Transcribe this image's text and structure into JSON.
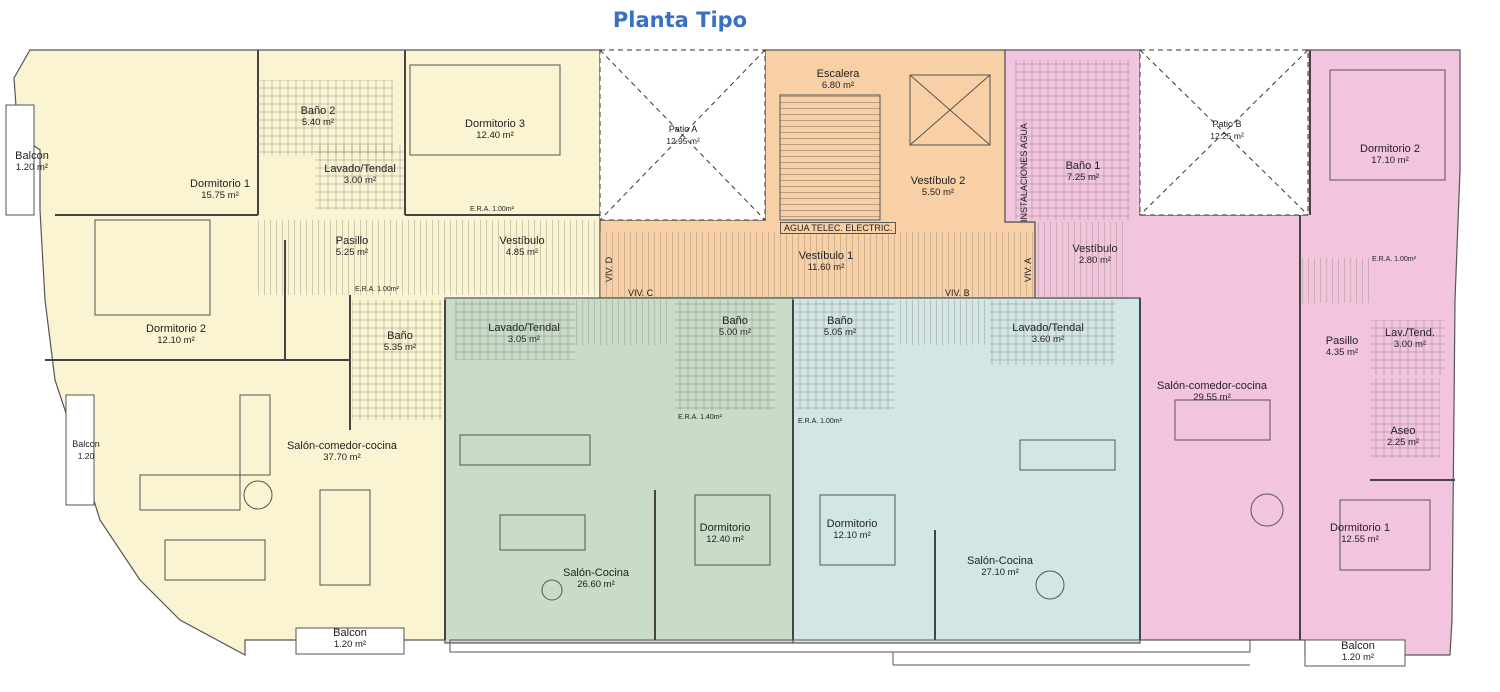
{
  "title": "Planta Tipo",
  "colors": {
    "viv_a_yellow": "#fbf4d2",
    "core_orange": "#f9cfa6",
    "viv_c_green": "#c9dcc8",
    "viv_b_blue": "#d3e6e6",
    "viv_d_pink": "#f3c4dd",
    "title_blue": "#3a6fc4"
  },
  "rooms": {
    "balcon_left_top": {
      "name": "Balcon",
      "area": "1.20 m²"
    },
    "dormitorio1_a": {
      "name": "Dormitorio 1",
      "area": "15.75 m²"
    },
    "bano2_a": {
      "name": "Baño 2",
      "area": "5.40 m²"
    },
    "lavado_a": {
      "name": "Lavado/Tendal",
      "area": "3.00 m²"
    },
    "dormitorio3_a": {
      "name": "Dormitorio 3",
      "area": "12.40 m²"
    },
    "pasillo_a": {
      "name": "Pasillo",
      "area": "5.25 m²"
    },
    "vestibulo_a": {
      "name": "Vestíbulo",
      "area": "4.85 m²"
    },
    "dormitorio2_a": {
      "name": "Dormitorio 2",
      "area": "12.10 m²"
    },
    "bano_a": {
      "name": "Baño",
      "area": "5.35 m²"
    },
    "balcon_left_mid": {
      "name": "Balcon",
      "area": "1.20"
    },
    "salon_a": {
      "name": "Salón-comedor-cocina",
      "area": "37.70 m²"
    },
    "balcon_a_bottom": {
      "name": "Balcon",
      "area": "1.20 m²"
    },
    "patio_a": {
      "name": "Patio A",
      "area": "12.95 m²"
    },
    "escalera": {
      "name": "Escalera",
      "area": "6.80 m²"
    },
    "vestibulo2": {
      "name": "Vestíbulo 2",
      "area": "5.50 m²"
    },
    "vestibulo1": {
      "name": "Vestíbulo 1",
      "area": "11.60 m²"
    },
    "lavado_c": {
      "name": "Lavado/Tendal",
      "area": "3.05 m²"
    },
    "bano_c": {
      "name": "Baño",
      "area": "5.00 m²"
    },
    "dormitorio_c": {
      "name": "Dormitorio",
      "area": "12.40 m²"
    },
    "salon_c": {
      "name": "Salón-Cocina",
      "area": "26.60 m²"
    },
    "bano_b": {
      "name": "Baño",
      "area": "5.05 m²"
    },
    "lavado_b": {
      "name": "Lavado/Tendal",
      "area": "3.60 m²"
    },
    "dormitorio_b": {
      "name": "Dormitorio",
      "area": "12.10 m²"
    },
    "salon_b": {
      "name": "Salón-Cocina",
      "area": "27.10 m²"
    },
    "patio_b": {
      "name": "Patio B",
      "area": "12.25 m²"
    },
    "bano1_d": {
      "name": "Baño 1",
      "area": "7.25 m²"
    },
    "vestibulo_d": {
      "name": "Vestíbulo",
      "area": "2.80 m²"
    },
    "dormitorio2_d": {
      "name": "Dormitorio 2",
      "area": "17.10 m²"
    },
    "salon_d": {
      "name": "Salón-comedor-cocina",
      "area": "29.55 m²"
    },
    "pasillo_d": {
      "name": "Pasillo",
      "area": "4.35 m²"
    },
    "lavado_d": {
      "name": "Lav./Tend.",
      "area": "3.00 m²"
    },
    "aseo_d": {
      "name": "Aseo",
      "area": "2.25 m²"
    },
    "dormitorio1_d": {
      "name": "Dormitorio 1",
      "area": "12.55 m²"
    },
    "balcon_d": {
      "name": "Balcon",
      "area": "1.20 m²"
    }
  },
  "labels": {
    "shafts": "AGUA  TELEC.  ELECTRIC.",
    "inst_vertical": "INSTALACIONES AGUA",
    "viv_a": "VIV. A",
    "viv_c": "VIV. C",
    "viv_b": "VIV. B",
    "viv_d": "VIV. D",
    "era1": "E.R.A. 1.00m²",
    "era2": "E.R.A. 1.00m²",
    "era3": "E.R.A. 1.00m²",
    "era4": "E.R.A. 1.40m²",
    "era5": "E.R.A. 1.00m²"
  }
}
